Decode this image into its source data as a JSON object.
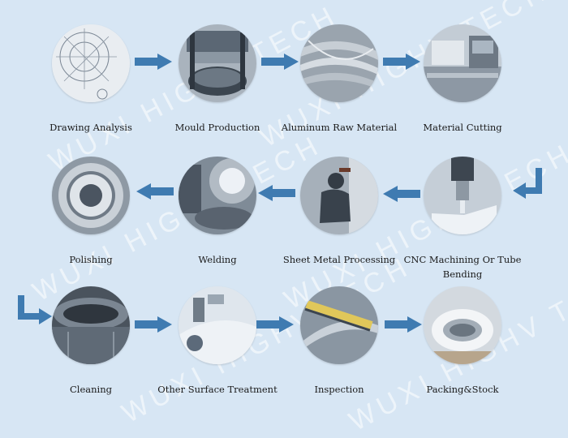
{
  "watermark": "WUXI HIGHV TECH",
  "colors": {
    "background": "#d7e6f4",
    "arrow": "#3f7bb1",
    "label": "#1a1a1a"
  },
  "steps": [
    {
      "label": "Drawing Analysis",
      "icon": "drawing-icon"
    },
    {
      "label": "Mould Production",
      "icon": "mould-icon"
    },
    {
      "label": "Aluminum Raw Material",
      "icon": "raw-material-icon"
    },
    {
      "label": "Material Cutting",
      "icon": "cutting-icon"
    },
    {
      "label": "Polishing",
      "icon": "polishing-icon"
    },
    {
      "label": "Welding",
      "icon": "welding-icon"
    },
    {
      "label": "Sheet Metal Processing",
      "icon": "sheet-metal-icon"
    },
    {
      "label": "CNC Machining Or Tube Bending",
      "icon": "cnc-icon"
    },
    {
      "label": "Cleaning",
      "icon": "cleaning-icon"
    },
    {
      "label": "Other Surface Treatment",
      "icon": "surface-icon"
    },
    {
      "label": "Inspection",
      "icon": "inspection-icon"
    },
    {
      "label": "Packing&Stock",
      "icon": "packing-icon"
    }
  ]
}
